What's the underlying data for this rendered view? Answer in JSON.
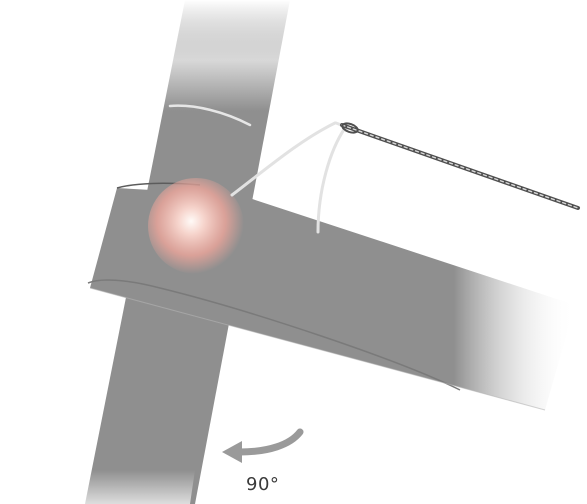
{
  "rotation": {
    "label": "90°",
    "direction_icon": "curved-arrow-left-icon"
  },
  "colors": {
    "background": "#ffffff",
    "bar_fill": "#8f8f8f",
    "bar_highlight": "#a5a5a5",
    "glow_core": "#fff4ef",
    "glow_outer": "#e7a49a",
    "needle": "#5a5a5a",
    "thread": "#e2e2e2",
    "arrow": "#9a9a9a"
  },
  "elements": {
    "vertical_bar": "vertical-bar",
    "horizontal_bar": "horizontal-bar",
    "joint": "joint-hotspot",
    "needle": "needle-icon",
    "thread": "thread-loop"
  }
}
